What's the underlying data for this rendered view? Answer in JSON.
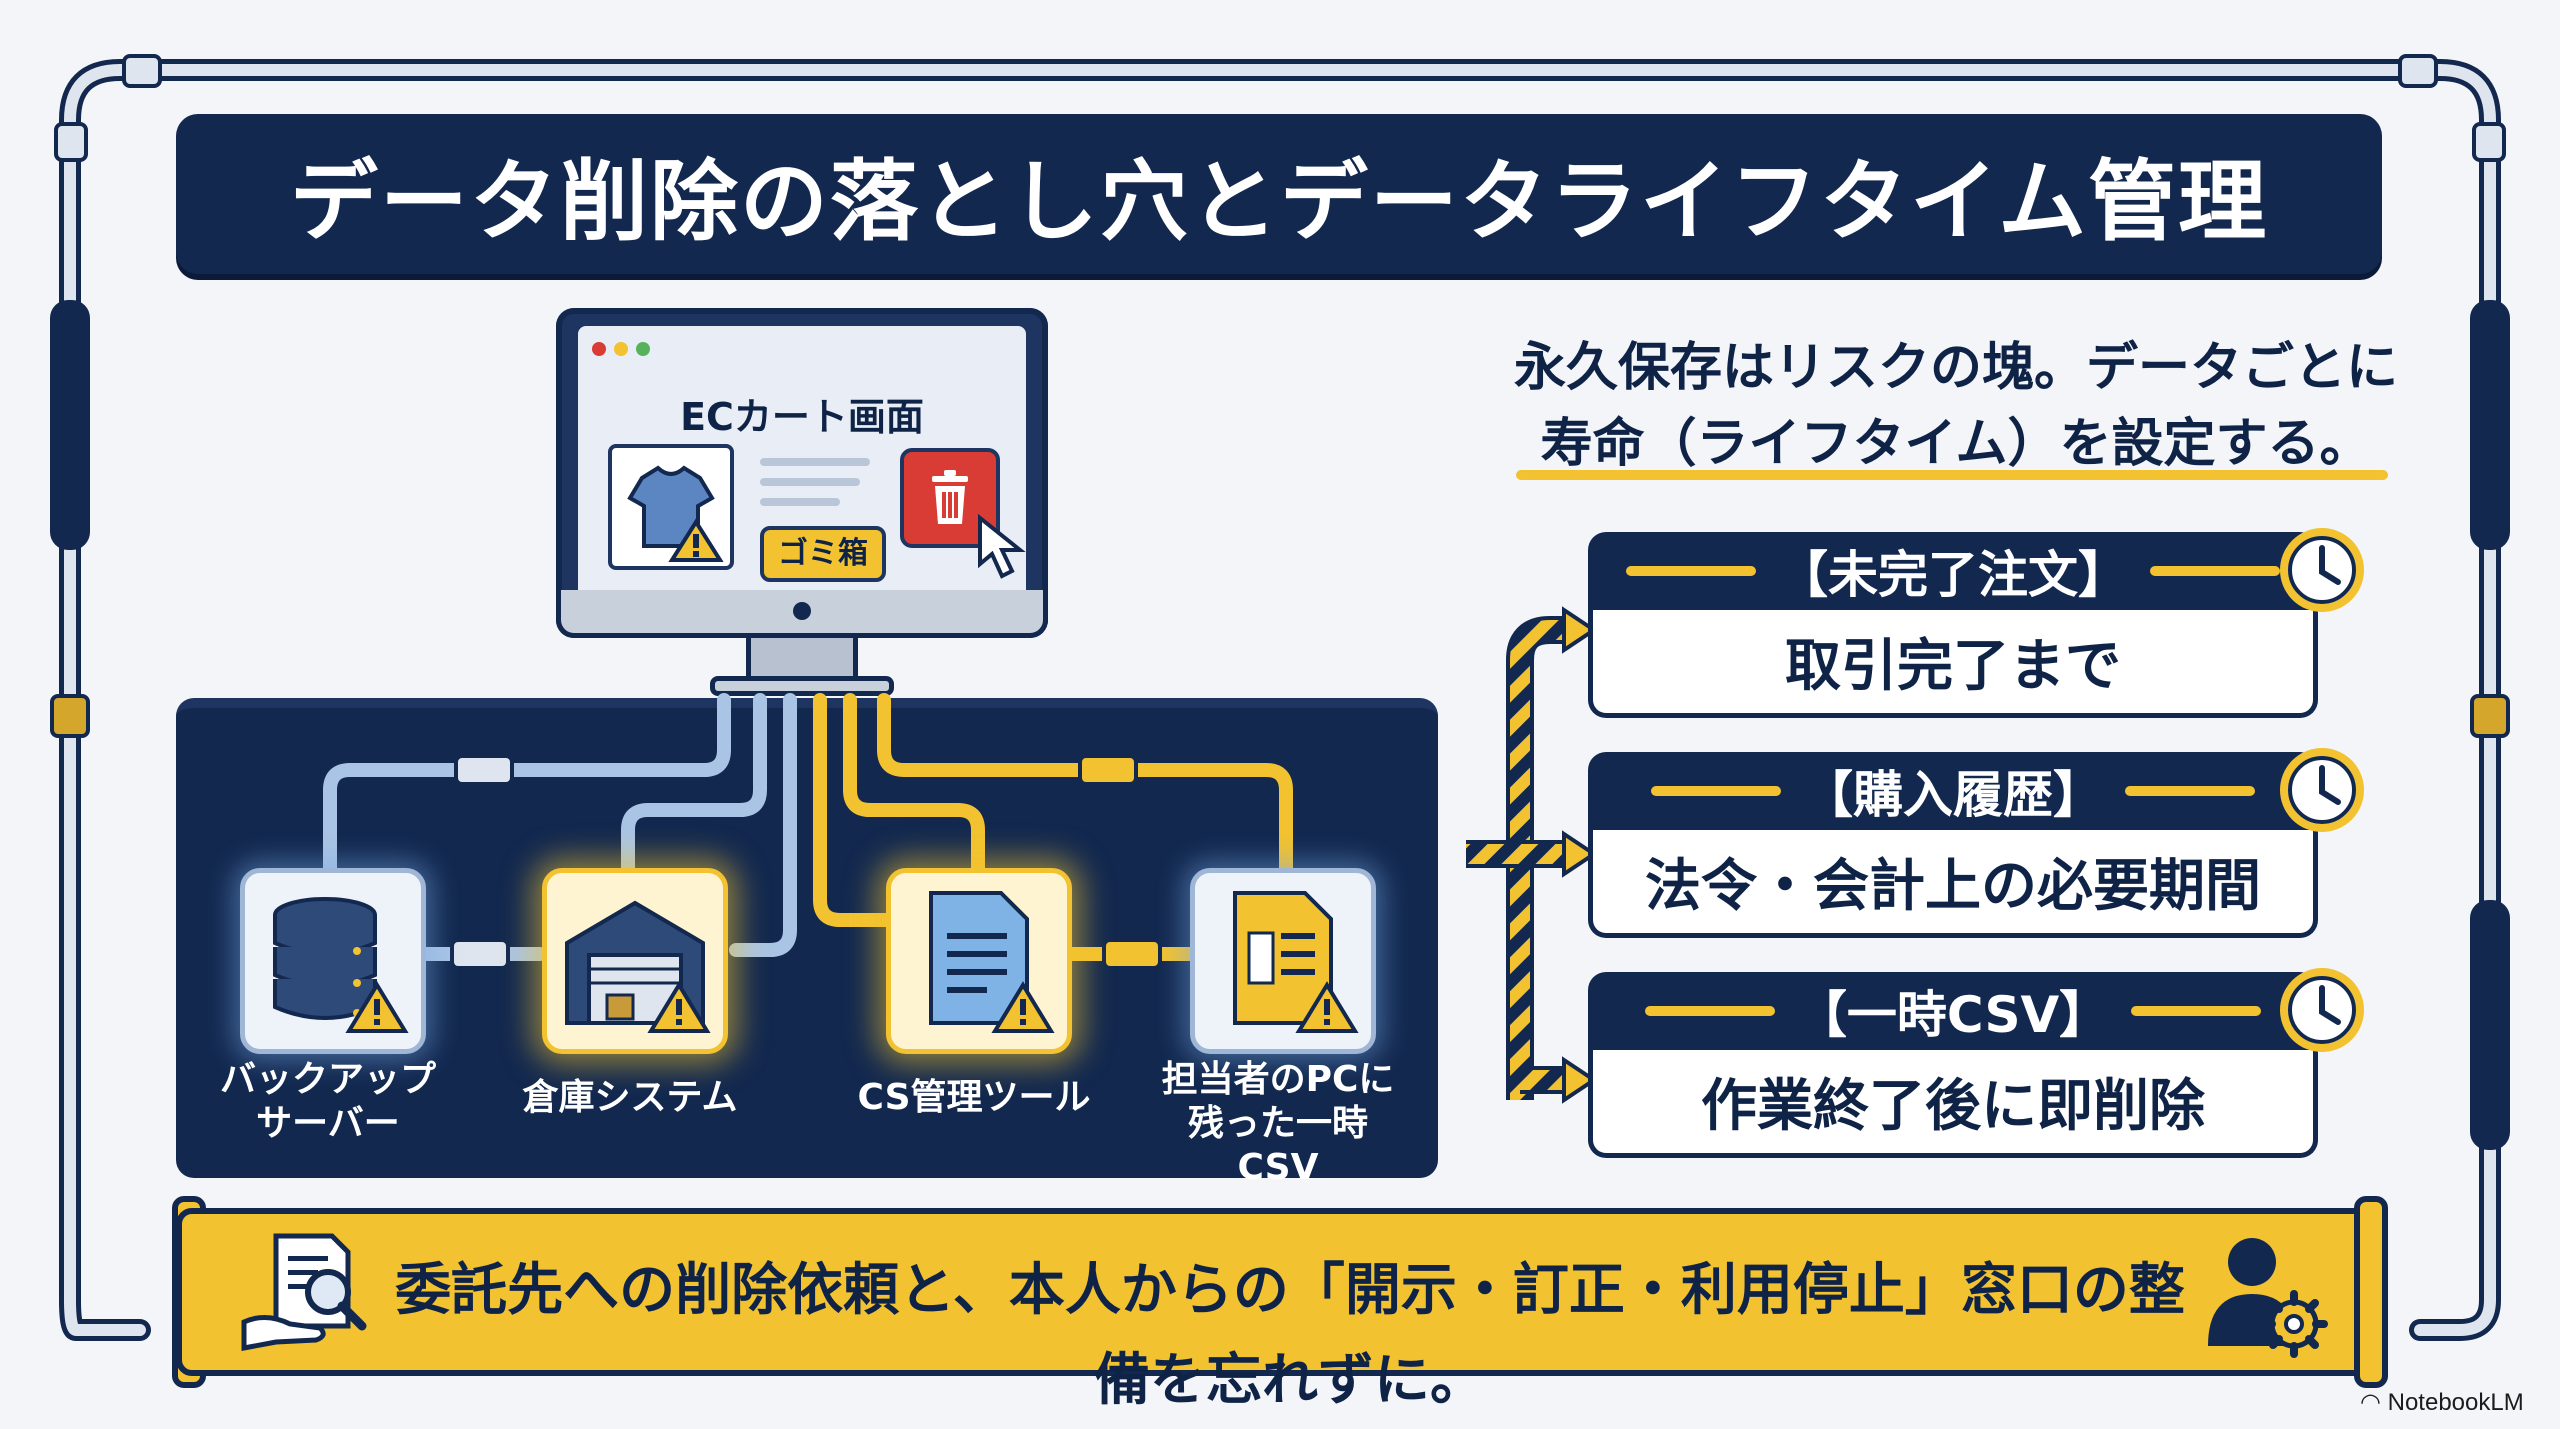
{
  "title": "データ削除の落とし穴とデータライフタイム管理",
  "monitor": {
    "screen_title": "ECカート画面",
    "trash_label": "ゴミ箱"
  },
  "systems": [
    {
      "label_line1": "バックアップ",
      "label_line2": "サーバー",
      "icon": "database-icon",
      "glow": "blue"
    },
    {
      "label_line1": "倉庫システム",
      "label_line2": "",
      "icon": "warehouse-icon",
      "glow": "gold"
    },
    {
      "label_line1": "CS管理ツール",
      "label_line2": "",
      "icon": "document-icon",
      "glow": "gold"
    },
    {
      "label_line1": "担当者のPCに",
      "label_line2": "残った一時CSV",
      "icon": "csv-file-icon",
      "glow": "blue"
    }
  ],
  "lead": {
    "line1": "永久保存はリスクの塊。データごとに",
    "line2": "寿命（ライフタイム）を設定する。"
  },
  "lifetimes": [
    {
      "category": "【未完了注文】",
      "rule": "取引完了まで"
    },
    {
      "category": "【購入履歴】",
      "rule": "法令・会計上の必要期間"
    },
    {
      "category": "【一時CSV】",
      "rule": "作業終了後に即削除"
    }
  ],
  "banner": {
    "text": "委託先への削除依頼と、本人からの「開示・訂正・利用停止」窓口の整備を忘れずに。"
  },
  "footer": {
    "brand": "NotebookLM"
  },
  "colors": {
    "navy": "#12284f",
    "gold": "#f2c230",
    "danger_red": "#d93b35",
    "pipe_blue": "#a9c4e4",
    "background": "#f3f5f8"
  }
}
